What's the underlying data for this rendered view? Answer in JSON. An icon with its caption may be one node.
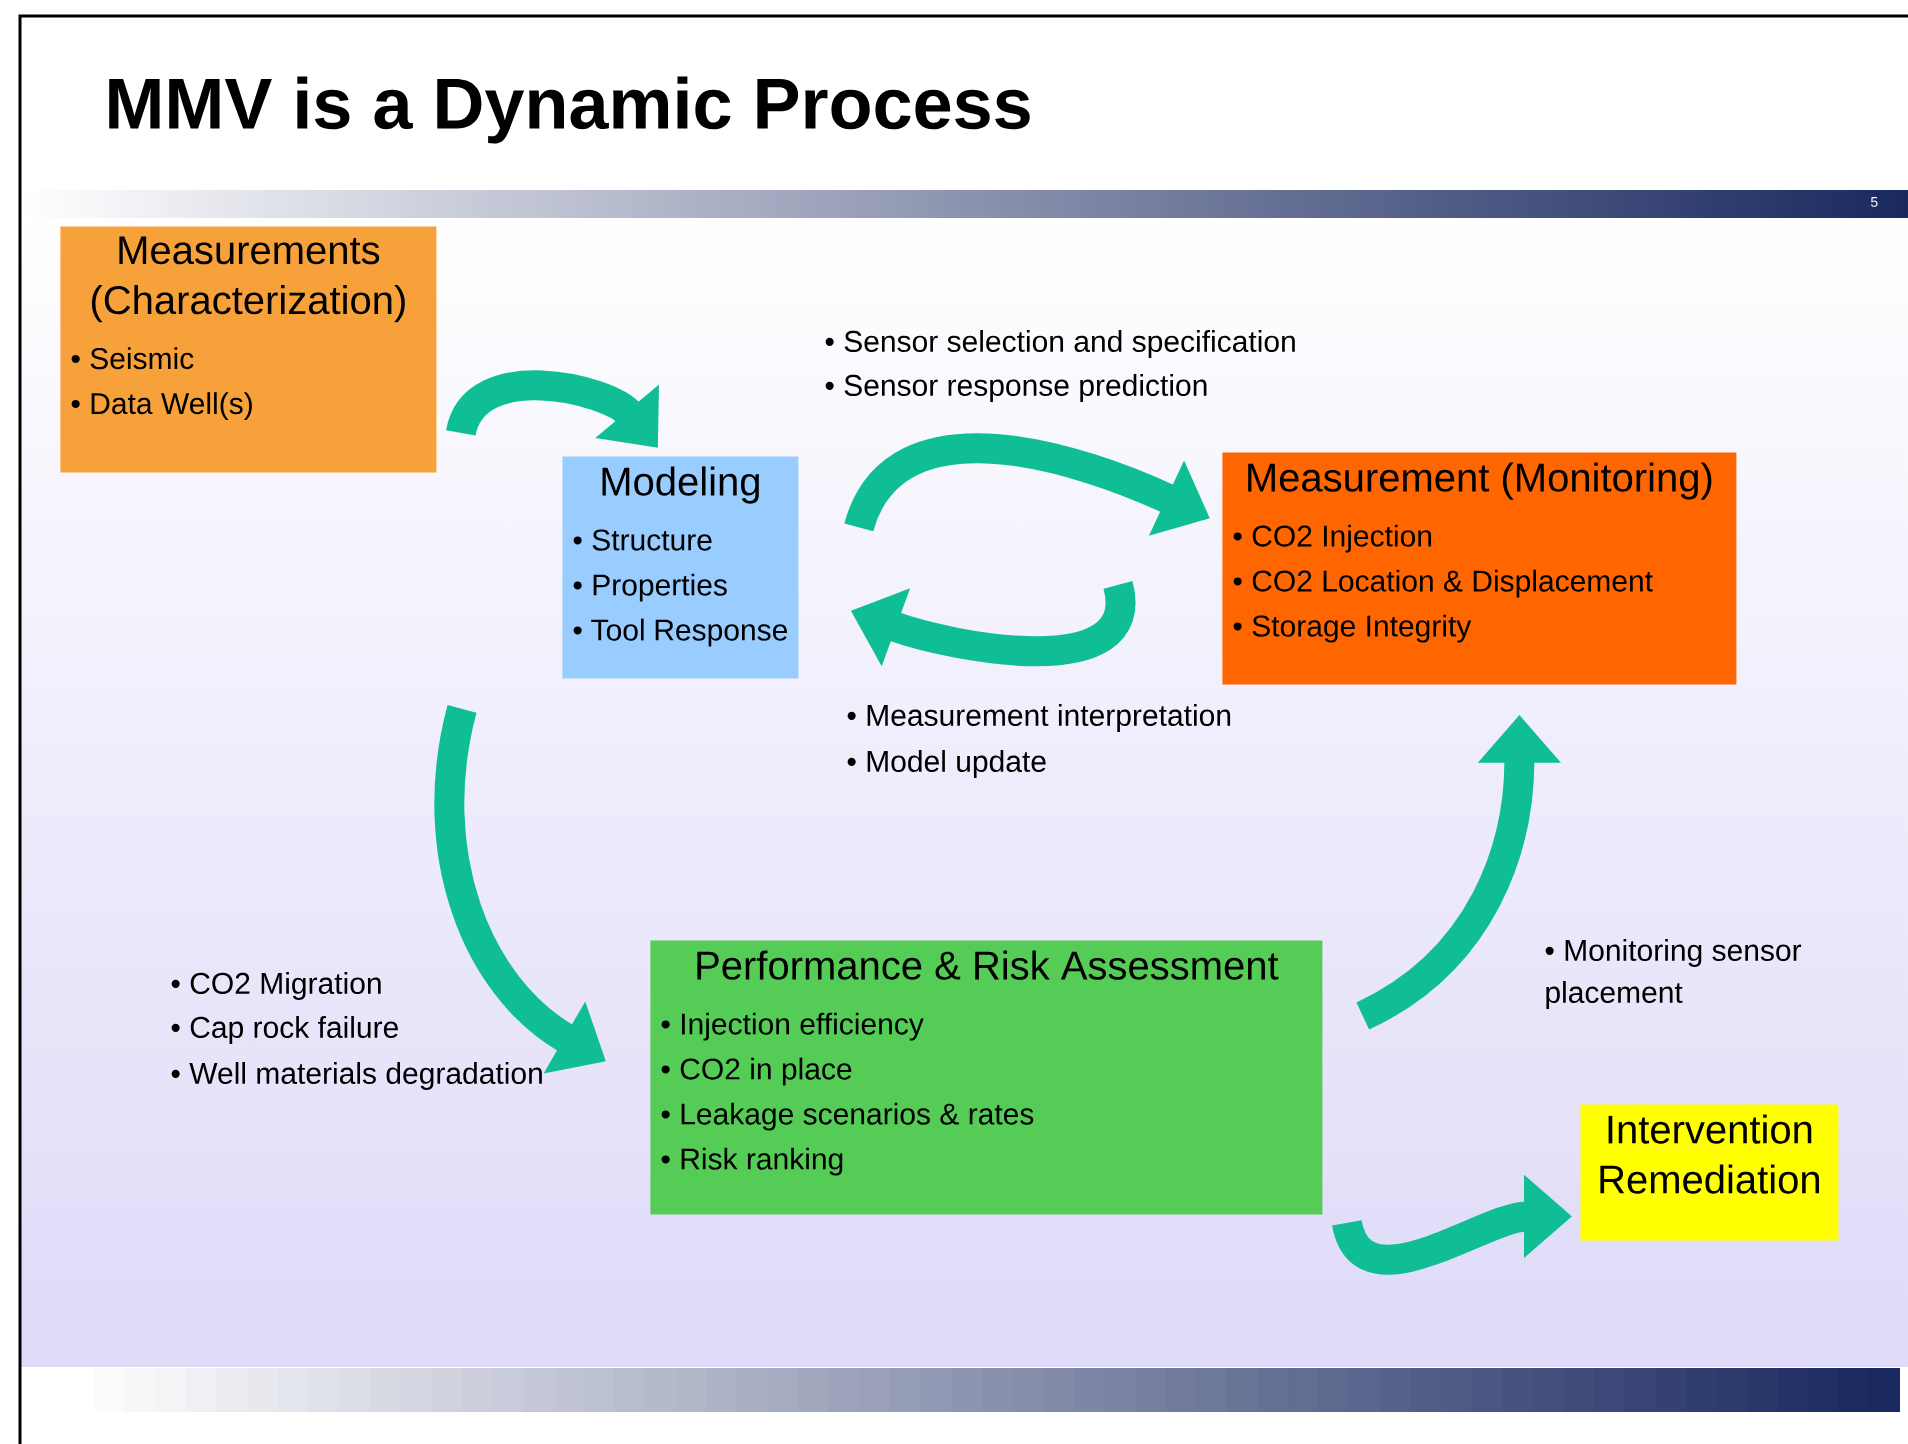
{
  "diagram": {
    "title": "MMV is a Dynamic Process",
    "nodes": [
      {
        "text": [
          "Measurements (Characterization)",
          "• Seismic",
          "• Data Well(s)"
        ]
      },
      {
        "text": [
          "Modeling",
          "• Structure",
          "• Properties",
          "• Tool Response"
        ]
      },
      {
        "text": [
          "Measurement (Monitoring)",
          "• CO2 Injection",
          "• CO2 Location & Displacement",
          "• Storage Integrity"
        ]
      },
      {
        "text": [
          "Performance & Risk Assessment",
          "• Injection efficiency",
          "• CO2 in place",
          "• Leakage scenarios & rates",
          "• Risk ranking"
        ]
      },
      {
        "text": [
          "Intervention Remediation"
        ]
      }
    ],
    "edges": [
      {
        "from": 0,
        "to": 1,
        "arrow": "to"
      },
      {
        "from": 1,
        "to": 2,
        "arrow": "to"
      },
      {
        "from": 2,
        "to": 1,
        "arrow": "to"
      },
      {
        "from": 1,
        "to": 3,
        "arrow": "to"
      },
      {
        "from": 3,
        "to": 2,
        "arrow": "to"
      },
      {
        "from": 3,
        "to": 4,
        "arrow": "to"
      }
    ],
    "labels": [
      "5",
      "• Sensor selection and specification",
      "• Sensor response prediction",
      "• Measurement interpretation",
      "• Model update",
      "• CO2 Migration",
      "• Cap rock failure",
      "• Well materials degradation",
      "• Monitoring sensor placement"
    ]
  }
}
